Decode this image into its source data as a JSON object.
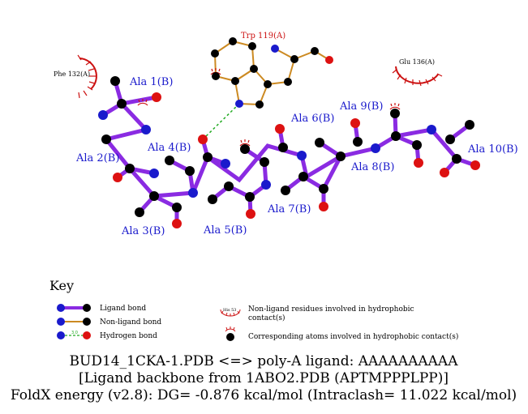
{
  "residue_labels": {
    "ala1": "Ala 1(B)",
    "ala2": "Ala 2(B)",
    "ala3": "Ala 3(B)",
    "ala4": "Ala 4(B)",
    "ala5": "Ala 5(B)",
    "ala6": "Ala 6(B)",
    "ala7": "Ala 7(B)",
    "ala8": "Ala 8(B)",
    "ala9": "Ala 9(B)",
    "ala10": "Ala 10(B)",
    "trp119": "Trp 119(A)",
    "phe132": "Phe 132(A)",
    "glu136": "Glu 136(A)"
  },
  "key": {
    "title": "Key",
    "ligand_bond": "Ligand bond",
    "non_ligand_bond": "Non-ligand bond",
    "hydrogen_bond": "Hydrogen bond",
    "hbond_length": "3.0",
    "hydrophobic_example": "His 53",
    "hydrophobic_residues_line1": "Non-ligand residues involved in hydrophobic",
    "hydrophobic_residues_line2": "contact(s)",
    "hydrophobic_atoms": "Corresponding atoms involved in hydrophobic contact(s)"
  },
  "caption": {
    "line1": "BUD14_1CKA-1.PDB <=> poly-A ligand: AAAAAAAAAA",
    "line2": "[Ligand backbone from 1ABO2.PDB (APTMPPPLPP)]",
    "line3": "FoldX energy (v2.8): DG= -0.876 kcal/mol (Intraclash= 11.022 kcal/mol)"
  },
  "colors": {
    "ligand_bond": "#8a2be2",
    "non_ligand_bond": "#cc8a22",
    "hydrogen_bond": "#22aa22",
    "carbon": "#000000",
    "nitrogen": "#1a1acc",
    "oxygen": "#dd1111",
    "hydrophobic": "#cc1111"
  }
}
